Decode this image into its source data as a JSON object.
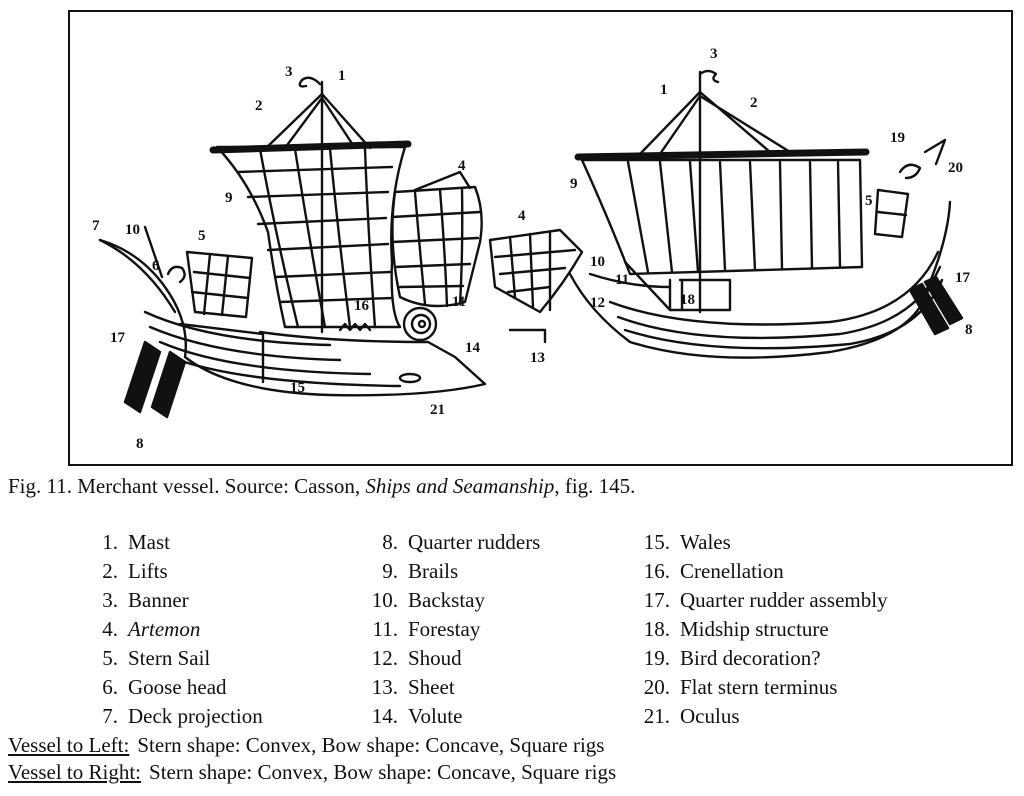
{
  "caption": {
    "prefix": "Fig. 11.  Merchant vessel.  Source:  Casson, ",
    "title": "Ships and Seamanship",
    "suffix": ", fig. 145."
  },
  "legend": {
    "col1": [
      {
        "num": "1.",
        "label": "Mast"
      },
      {
        "num": "2.",
        "label": "Lifts"
      },
      {
        "num": "3.",
        "label": "Banner"
      },
      {
        "num": "4.",
        "label": "Artemon"
      },
      {
        "num": "5.",
        "label": "Stern Sail"
      },
      {
        "num": "6.",
        "label": "Goose head"
      },
      {
        "num": "7.",
        "label": "Deck projection"
      }
    ],
    "col2": [
      {
        "num": "8.",
        "label": "Quarter rudders"
      },
      {
        "num": "9.",
        "label": "Brails"
      },
      {
        "num": "10.",
        "label": "Backstay"
      },
      {
        "num": "11.",
        "label": "Forestay"
      },
      {
        "num": "12.",
        "label": "Shoud"
      },
      {
        "num": "13.",
        "label": "Sheet"
      },
      {
        "num": "14.",
        "label": "Volute"
      }
    ],
    "col3": [
      {
        "num": "15.",
        "label": "Wales"
      },
      {
        "num": "16.",
        "label": "Crenellation"
      },
      {
        "num": "17.",
        "label": "Quarter rudder assembly"
      },
      {
        "num": "18.",
        "label": "Midship structure"
      },
      {
        "num": "19.",
        "label": "Bird decoration?"
      },
      {
        "num": "20.",
        "label": "Flat stern terminus"
      },
      {
        "num": "21.",
        "label": "Oculus"
      }
    ]
  },
  "vessels": {
    "left": {
      "label": "Vessel to Left:",
      "text": "Stern shape:  Convex, Bow shape:  Concave, Square rigs"
    },
    "right": {
      "label": "Vessel to Right:",
      "text": "Stern shape:  Convex, Bow shape:  Concave, Square rigs"
    }
  },
  "callouts": {
    "left": [
      "1",
      "2",
      "3",
      "4",
      "5",
      "6",
      "7",
      "8",
      "9",
      "10",
      "11",
      "15",
      "16",
      "17",
      "14",
      "21"
    ],
    "middle": [
      "13"
    ],
    "right": [
      "1",
      "2",
      "3",
      "4",
      "5",
      "8",
      "9",
      "10",
      "11",
      "12",
      "17",
      "18",
      "19",
      "20"
    ]
  }
}
